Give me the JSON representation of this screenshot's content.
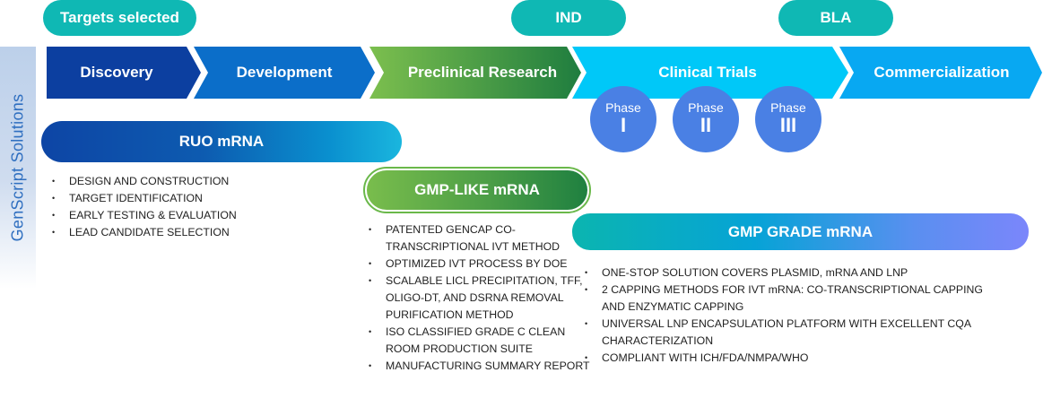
{
  "milestones": [
    {
      "label": "Targets selected"
    },
    {
      "label": "IND"
    },
    {
      "label": "BLA"
    }
  ],
  "sidebar": {
    "label": "GenScript Solutions"
  },
  "stages": [
    {
      "label": "Discovery",
      "color": "#0c3fa0"
    },
    {
      "label": "Development",
      "color": "#0b6ec9"
    },
    {
      "label": "Preclinical Research",
      "color_start": "#7cbf4e",
      "color_end": "#1f7d3f"
    },
    {
      "label": "Clinical Trials",
      "color": "#00c8f8"
    },
    {
      "label": "Commercialization",
      "color": "#08a8f2"
    }
  ],
  "phases": [
    {
      "word": "Phase",
      "numeral": "I"
    },
    {
      "word": "Phase",
      "numeral": "II"
    },
    {
      "word": "Phase",
      "numeral": "III"
    }
  ],
  "solutions": {
    "ruo": {
      "title": "RUO mRNA",
      "items": [
        "DESIGN AND CONSTRUCTION",
        "TARGET IDENTIFICATION",
        "EARLY TESTING & EVALUATION",
        "LEAD CANDIDATE SELECTION"
      ]
    },
    "gmp_like": {
      "title": "GMP-LIKE mRNA",
      "items": [
        "PATENTED GENCAP CO-TRANSCRIPTIONAL IVT METHOD",
        "OPTIMIZED IVT PROCESS BY DOE",
        "SCALABLE LICL PRECIPITATION, TFF, OLIGO-DT, AND DSRNA REMOVAL PURIFICATION METHOD",
        "ISO CLASSIFIED GRADE C CLEAN ROOM PRODUCTION SUITE",
        "MANUFACTURING SUMMARY REPORT"
      ]
    },
    "gmp_grade": {
      "title": "GMP GRADE mRNA",
      "items": [
        "ONE-STOP SOLUTION COVERS PLASMID, mRNA AND LNP",
        "2 CAPPING METHODS FOR IVT mRNA: CO-TRANSCRIPTIONAL CAPPING AND ENZYMATIC CAPPING",
        "UNIVERSAL LNP ENCAPSULATION PLATFORM WITH EXCELLENT CQA CHARACTERIZATION",
        "COMPLIANT WITH ICH/FDA/NMPA/WHO"
      ]
    }
  }
}
